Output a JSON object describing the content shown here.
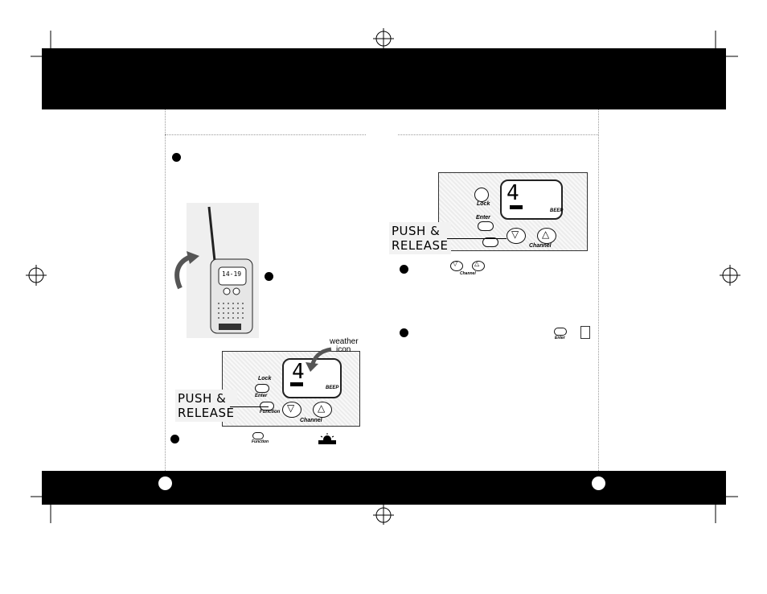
{
  "labels": {
    "push_release_line1": "PUSH &",
    "push_release_line2": "RELEASE",
    "weather_icon_line1": "weather",
    "weather_icon_line2": "icon",
    "lcd_channel_digit": "4",
    "lock_key": "Lock",
    "enter_key": "Enter",
    "function_key": "Function",
    "channel_key": "Channel",
    "beep_label": "BEEP",
    "digit_display_small": "14-19"
  },
  "colors": {
    "bar": "#000000",
    "panel_bg": "#f0f0f0",
    "rule": "#9a9a9a"
  },
  "icons": [
    "bullet-icon",
    "arrow-icon",
    "weather-icon",
    "down-arrow-icon",
    "up-arrow-icon",
    "registration-mark-icon"
  ]
}
